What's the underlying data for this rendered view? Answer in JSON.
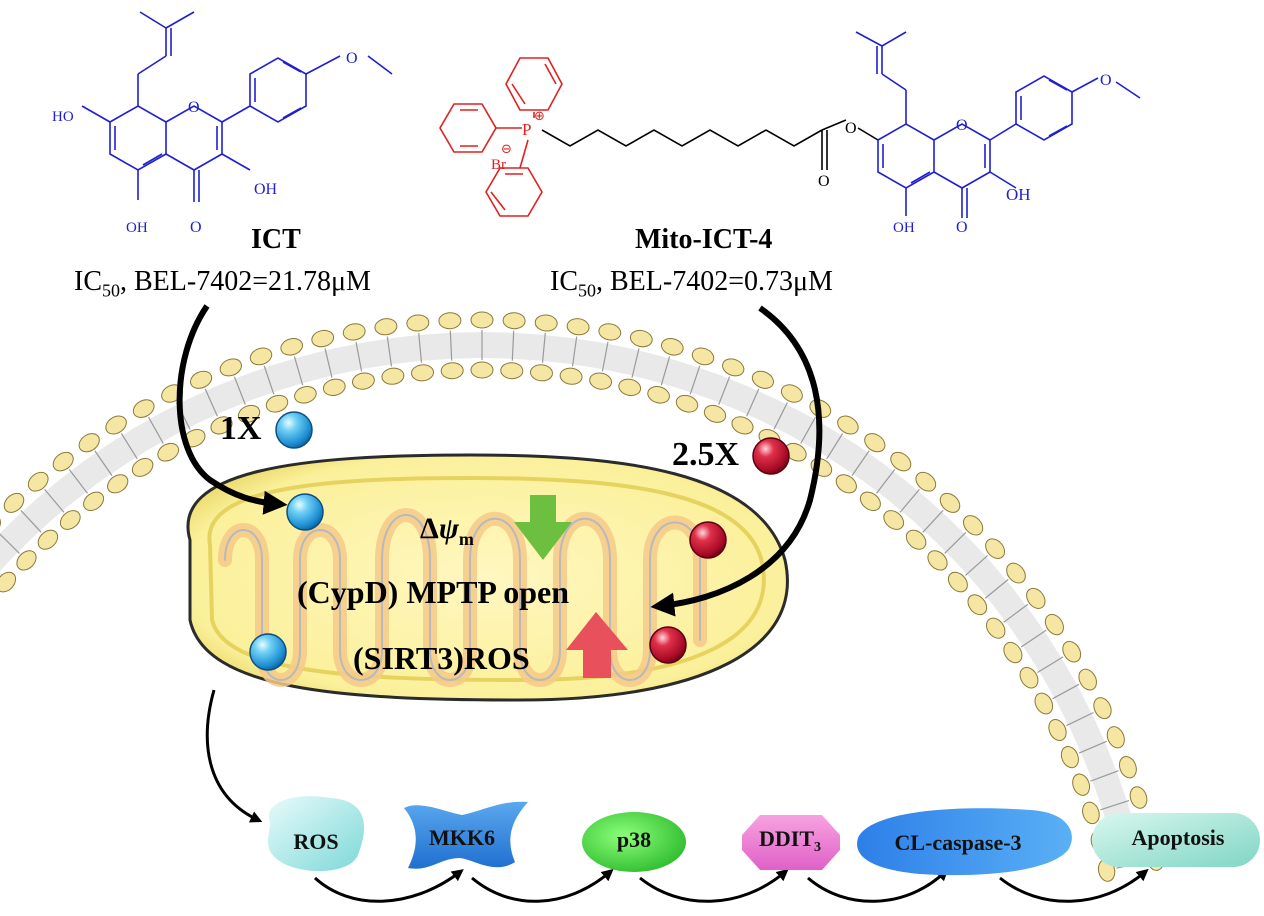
{
  "compounds": {
    "ict": {
      "name": "ICT",
      "ic50_prefix": "IC",
      "ic50_sub": "50",
      "ic50_rest": ", BEL-7402=21.78μM",
      "atoms": {
        "ho_left": "HO",
        "o_ring": "O",
        "oh_right": "OH",
        "oh_bottom": "OH",
        "o_keto": "O",
        "o_methoxy": "O"
      }
    },
    "mito": {
      "name": "Mito-ICT-4",
      "ic50_prefix": "IC",
      "ic50_sub": "50",
      "ic50_rest": ", BEL-7402=0.73μM",
      "atoms": {
        "p": "P",
        "plus": "⊕",
        "minus": "⊖",
        "br": "Br",
        "o_ester": "O",
        "o_carbonyl": "O",
        "o_ring": "O",
        "oh_right": "OH",
        "oh_bottom": "OH",
        "o_keto": "O",
        "o_methoxy": "O"
      }
    }
  },
  "uptake": {
    "ict_ratio": "1X",
    "mito_ratio": "2.5X"
  },
  "mitochondrion": {
    "delta_psi_prefix": "Δ",
    "delta_psi_symbol": "ψ",
    "delta_psi_sub": "m",
    "mptp_label": "(CypD) MPTP open",
    "ros_label": "(SIRT3)ROS"
  },
  "pathway": [
    {
      "id": "ros",
      "label": "ROS"
    },
    {
      "id": "mkk6",
      "label": "MKK6"
    },
    {
      "id": "p38",
      "label": "p38"
    },
    {
      "id": "ddit3",
      "label": "DDIT",
      "sub": "3"
    },
    {
      "id": "caspase",
      "label": "CL-caspase-3"
    },
    {
      "id": "apoptosis",
      "label": "Apoptosis"
    }
  ],
  "colors": {
    "ict_structure": "#1f1fd1",
    "tpp_structure": "#e02020",
    "blue_bead": "#2aa7e0",
    "red_bead": "#c8102e",
    "down_arrow": "#6cbf3f",
    "up_arrow": "#e8505b",
    "mito_fill": "#fbf1a0",
    "mito_edge": "#c9b53a",
    "membrane_head": "#f6e6a3"
  }
}
